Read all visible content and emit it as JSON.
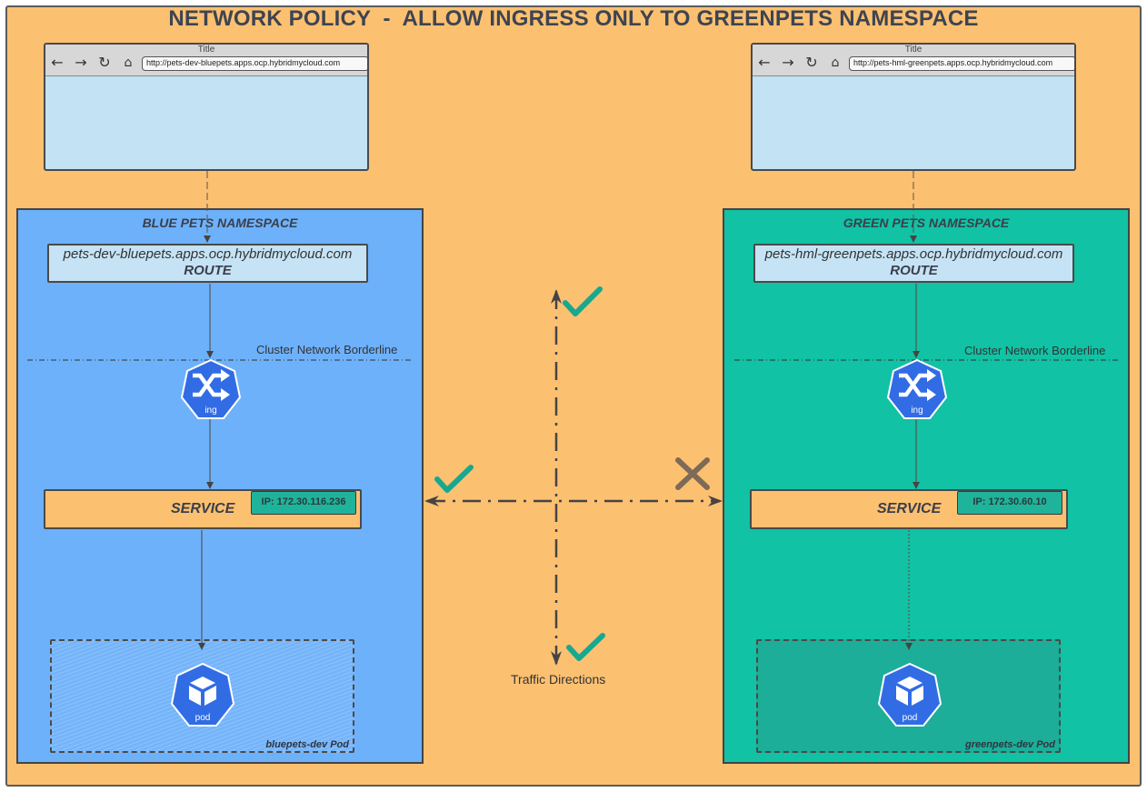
{
  "title": "NETWORK POLICY  -  ALLOW INGRESS ONLY TO GREENPETS NAMESPACE",
  "browsers": {
    "blue": {
      "title": "Title",
      "url": "http://pets-dev-bluepets.apps.ocp.hybridmycloud.com"
    },
    "green": {
      "title": "Title",
      "url": "http://pets-hml-greenpets.apps.ocp.hybridmycloud.com"
    }
  },
  "namespaces": {
    "blue": {
      "title": "BLUE PETS NAMESPACE",
      "route_host": "pets-dev-bluepets.apps.ocp.hybridmycloud.com",
      "route_label": "ROUTE",
      "borderline": "Cluster Network Borderline",
      "ingress_label": "ing",
      "service_label": "SERVICE",
      "service_ip": "IP: 172.30.116.236",
      "pod_label": "pod",
      "pod_box_label": "bluepets-dev Pod"
    },
    "green": {
      "title": "GREEN PETS NAMESPACE",
      "route_host": "pets-hml-greenpets.apps.ocp.hybridmycloud.com",
      "route_label": "ROUTE",
      "borderline": "Cluster Network Borderline",
      "ingress_label": "ing",
      "service_label": "SERVICE",
      "service_ip": "IP: 172.30.60.10",
      "pod_label": "pod",
      "pod_box_label": "greenpets-dev Pod"
    }
  },
  "traffic_label": "Traffic Directions",
  "colors": {
    "background": "#fcc071",
    "blue_namespace": "#6eb1fb",
    "green_namespace": "#11c2a4",
    "kube_icon": "#326ce5",
    "allowed_check": "#17a88f",
    "denied_cross": "#7d6a58"
  }
}
